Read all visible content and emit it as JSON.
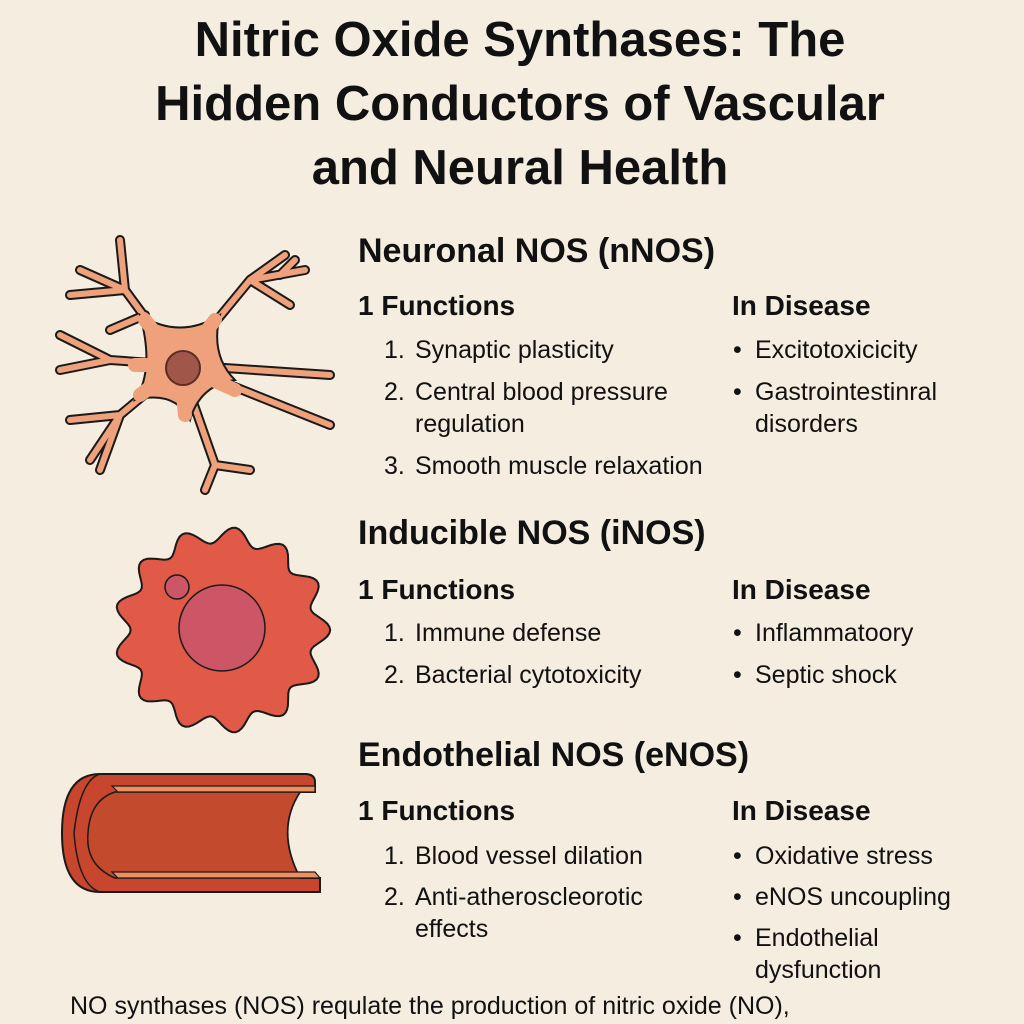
{
  "title": [
    "Nitric Oxide Synthases: The",
    "Hidden Conductors of Vascular",
    "and Neural Health"
  ],
  "colors": {
    "background": "#f4ede0",
    "neuron": "#eea17a",
    "neuron_nucleus": "#a0574a",
    "macrophage": "#e05a47",
    "macrophage_nucleus": "#cc5566",
    "vessel": "#c8452e",
    "vessel_lining": "#ef8e5f"
  },
  "sections": [
    {
      "icon": "neuron-icon",
      "heading": "Neuronal NOS (nNOS)",
      "functions_label": "1 Functions",
      "disease_label": "In Disease",
      "functions": [
        {
          "num": "1.",
          "text": "Synaptic plasticity"
        },
        {
          "num": "2.",
          "text": "Central blood pressure regulation"
        },
        {
          "num": "3.",
          "text": "Smooth muscle relaxation"
        }
      ],
      "disease": [
        {
          "bullet": "•",
          "text": "Excitotoxicicity"
        },
        {
          "bullet": "•",
          "text": "Gastrointestinral disorders"
        }
      ]
    },
    {
      "icon": "immune-cell-icon",
      "heading": "Inducible NOS (iNOS)",
      "functions_label": "1 Functions",
      "disease_label": "In Disease",
      "functions": [
        {
          "num": "1.",
          "text": "Immune defense"
        },
        {
          "num": "2.",
          "text": "Bacterial cytotoxicity"
        }
      ],
      "disease": [
        {
          "bullet": "•",
          "text": "Inflammatoory"
        },
        {
          "bullet": "•",
          "text": "Septic shock"
        }
      ]
    },
    {
      "icon": "blood-vessel-icon",
      "heading": "Endothelial NOS (eNOS)",
      "functions_label": "1 Functions",
      "disease_label": "In Disease",
      "functions": [
        {
          "num": "1.",
          "text": "Blood vessel dilation"
        },
        {
          "num": "2.",
          "text": "Anti-atheroscleorotic effects"
        }
      ],
      "disease": [
        {
          "bullet": "•",
          "text": "Oxidative stress"
        },
        {
          "bullet": "•",
          "text": "eNOS uncoupling"
        },
        {
          "bullet": "•",
          "text": "Endothelial dysfunction"
        }
      ]
    }
  ],
  "footer": "NO synthases (NOS) requlate the production of nitric oxide (NO),"
}
